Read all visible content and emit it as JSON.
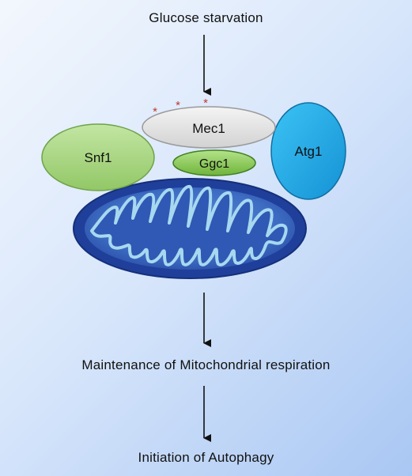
{
  "labels": {
    "top": "Glucose starvation",
    "middle": "Maintenance of Mitochondrial respiration",
    "bottom": "Initiation of Autophagy"
  },
  "proteins": {
    "mec1": "Mec1",
    "snf1": "Snf1",
    "ggc1": "Ggc1",
    "atg1": "Atg1"
  },
  "phospho_marker": "*",
  "colors": {
    "background_light": "#f3f7fd",
    "background_dark": "#a9c7f3",
    "mec1": "#e3e3e3",
    "snf1": "#a6d47c",
    "ggc1": "#8fc85a",
    "atg1": "#22a8e6",
    "mitochondrion_outer": "#1f3f9a",
    "mitochondrion_inner": "#4a7fcf",
    "cristae": "#a7d8ef",
    "phospho": "#c0392b"
  }
}
